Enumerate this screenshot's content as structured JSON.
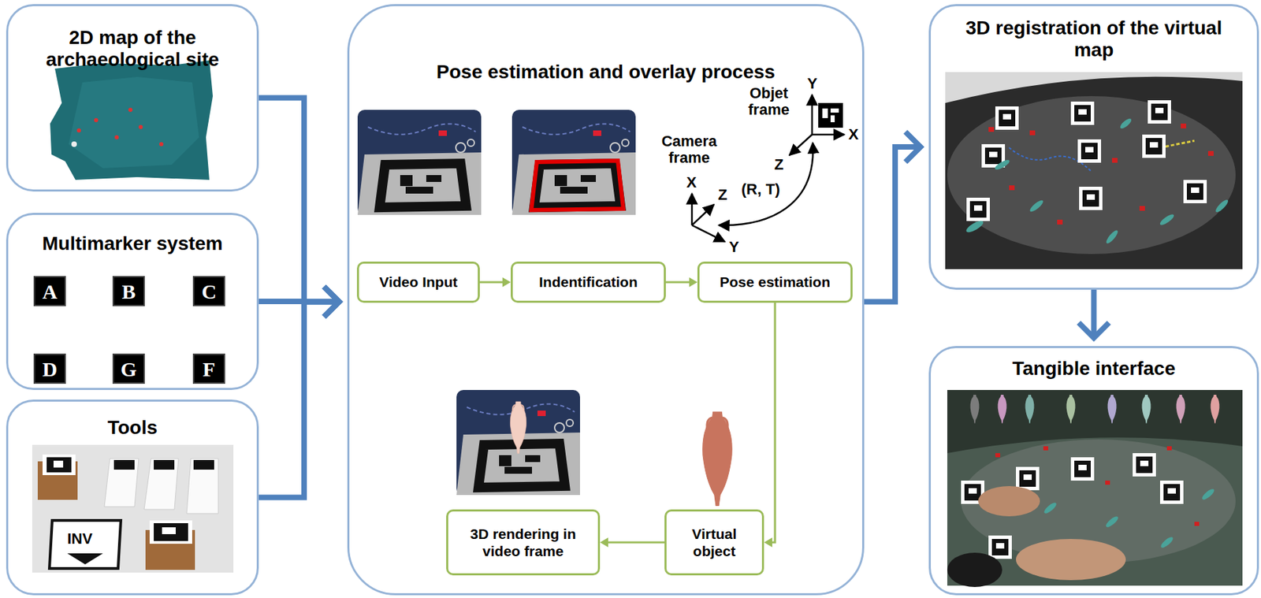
{
  "diagram": {
    "nodes": [
      {
        "text": [
          "2D map of the archaeological site"
        ]
      },
      {
        "text": [
          "Multimarker system"
        ]
      },
      {
        "text": [
          "Tools"
        ]
      },
      {
        "text": [
          "Pose estimation and overlay process"
        ]
      },
      {
        "text": [
          "Video Input"
        ],
        "in": 3
      },
      {
        "text": [
          "Indentification"
        ],
        "in": 3
      },
      {
        "text": [
          "Pose estimation"
        ],
        "in": 3
      },
      {
        "text": [
          "Virtual object"
        ],
        "in": 3
      },
      {
        "text": [
          "3D rendering in video frame"
        ],
        "in": 3
      },
      {
        "text": [
          "3D registration of the virtual map"
        ]
      },
      {
        "text": [
          "Tangible interface"
        ]
      }
    ],
    "edges": [
      {
        "from": 0,
        "to": 3,
        "arrow": "to"
      },
      {
        "from": 1,
        "to": 3,
        "arrow": "to"
      },
      {
        "from": 2,
        "to": 3,
        "arrow": "to"
      },
      {
        "from": 4,
        "to": 5,
        "arrow": "to"
      },
      {
        "from": 5,
        "to": 6,
        "arrow": "to"
      },
      {
        "from": 6,
        "to": 7,
        "arrow": "to"
      },
      {
        "from": 7,
        "to": 8,
        "arrow": "to"
      },
      {
        "from": 3,
        "to": 9,
        "arrow": "to"
      },
      {
        "from": 9,
        "to": 10,
        "arrow": "to"
      }
    ],
    "labels": [
      "A",
      "B",
      "C",
      "D",
      "G",
      "F",
      "INV",
      "Objet frame",
      "Y",
      "X",
      "Z",
      "Camera frame",
      "X",
      "Z",
      "Y",
      "(R, T)"
    ]
  }
}
